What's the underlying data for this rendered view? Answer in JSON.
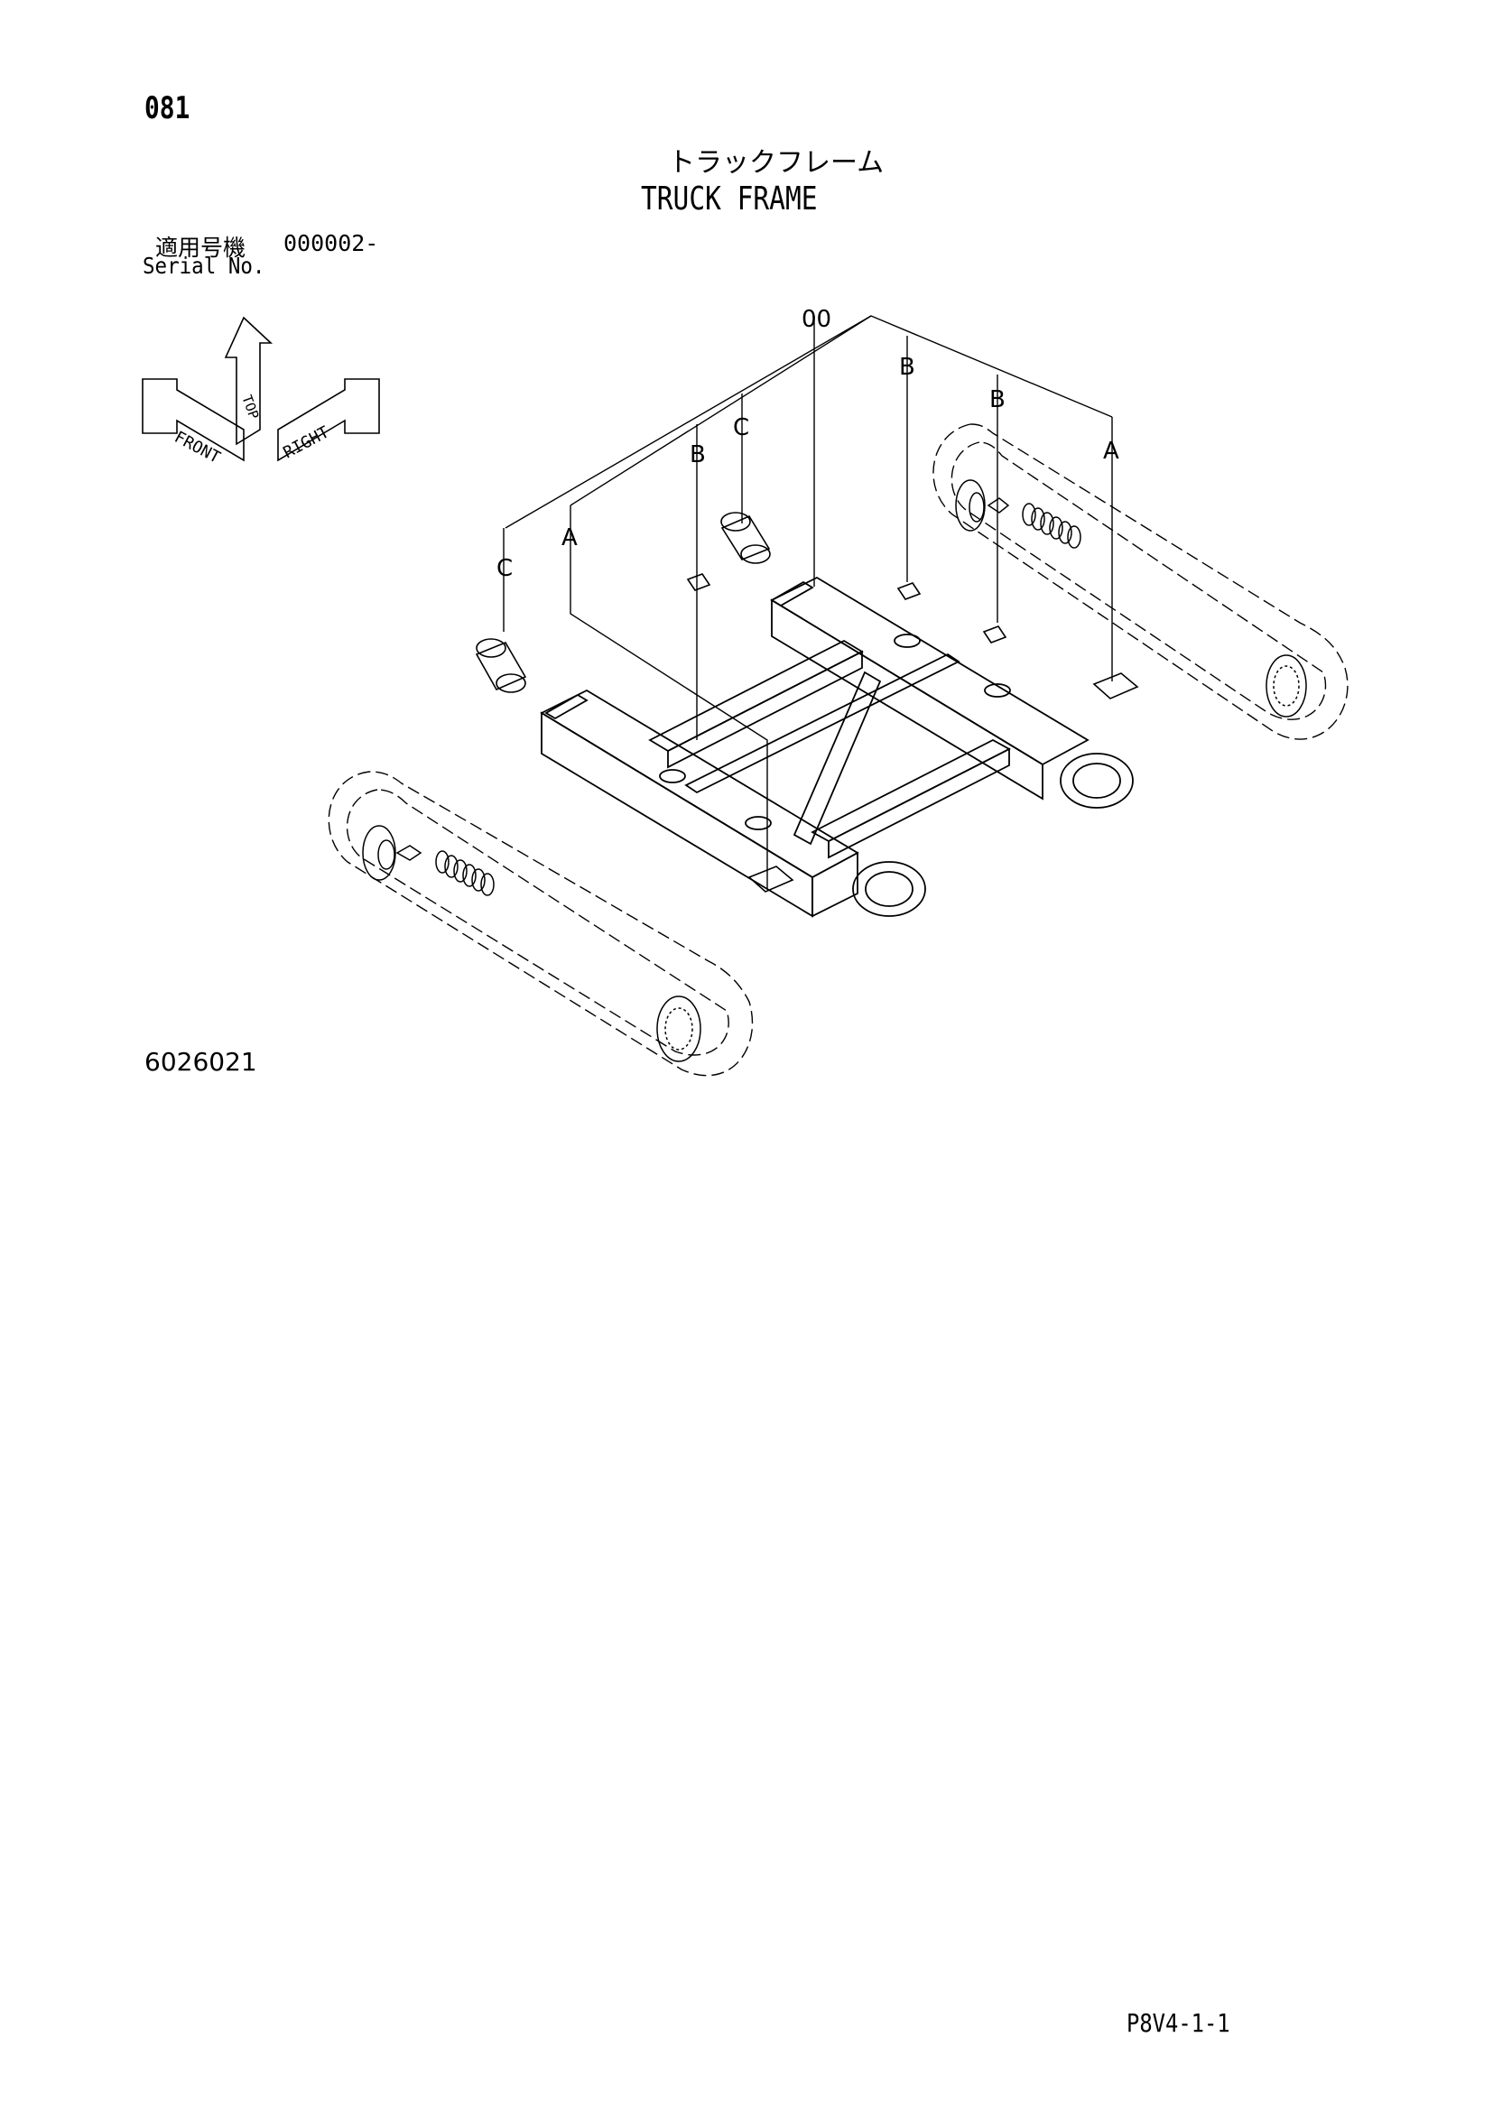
{
  "header": {
    "page_number": "081",
    "title_jp": "トラックフレーム",
    "title_en": "TRUCK FRAME"
  },
  "serial": {
    "label_jp": "適用号機",
    "value": "000002-",
    "label_en": "Serial No."
  },
  "orientation_indicator": {
    "front": "FRONT",
    "top": "TOP",
    "right": "RIGHT"
  },
  "callouts": {
    "main": "00",
    "b_right_1": "B",
    "b_right_2": "B",
    "a_right": "A",
    "c_top": "C",
    "b_left": "B",
    "c_left": "C",
    "a_left": "A"
  },
  "footer": {
    "figure_number": "6026021",
    "page_code": "P8V4-1-1"
  },
  "colors": {
    "line": "#000000",
    "background": "#ffffff"
  }
}
